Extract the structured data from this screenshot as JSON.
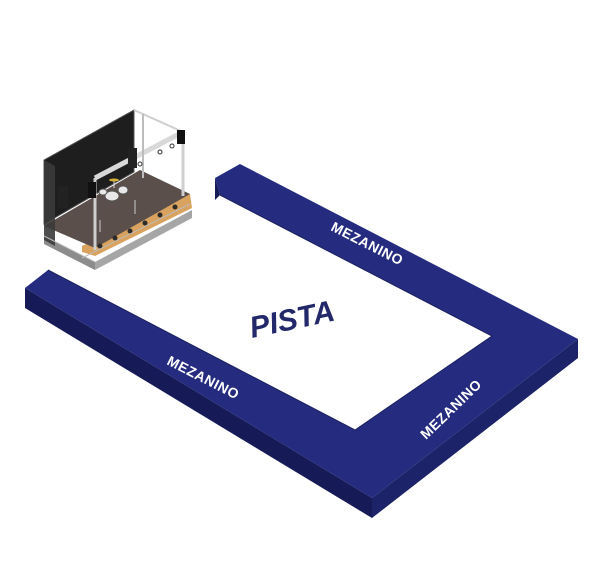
{
  "map": {
    "sections": {
      "mezanino_top": "MEZANINO",
      "mezanino_left": "MEZANINO",
      "mezanino_right": "MEZANINO",
      "pista": "PISTA"
    },
    "colors": {
      "mezanino_top": "#252c80",
      "mezanino_side": "#161b57",
      "mezanino_edge": "#1d2368",
      "pista_text": "#23286b",
      "floor": "#ffffff",
      "stage_floor": "#5a4f4a",
      "stage_wood": "#d9a35f",
      "stage_screen": "#1e1e1e",
      "truss": "#cfcfcf"
    },
    "icons": {
      "stage": "stage-icon",
      "drum_kit": "drum-kit-icon",
      "speaker": "speaker-icon",
      "spotlight": "spotlight-icon"
    }
  }
}
